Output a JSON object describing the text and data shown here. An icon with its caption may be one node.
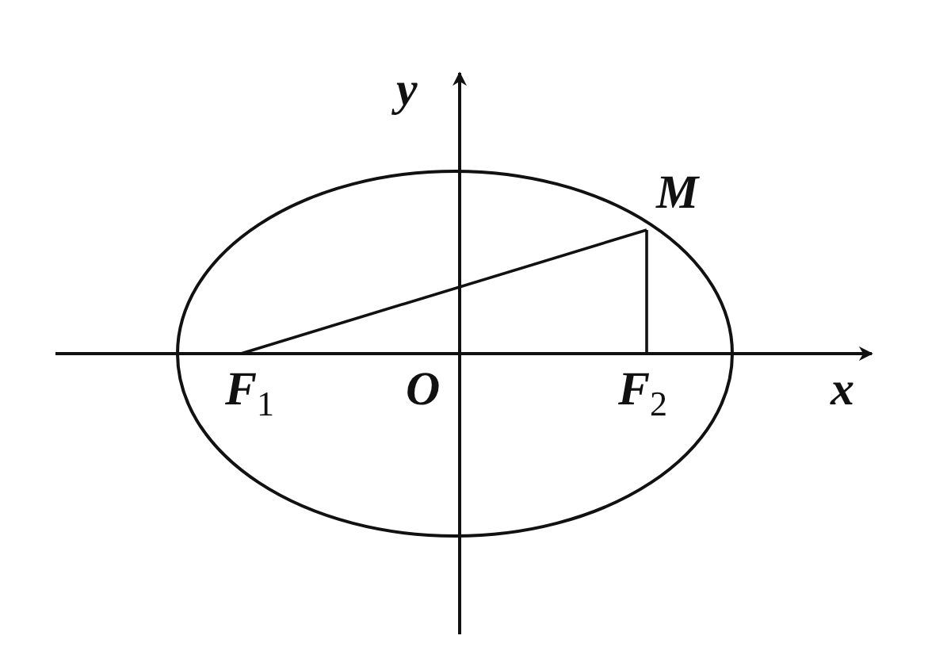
{
  "diagram": {
    "nodes": [
      {
        "text": [
          "M"
        ]
      },
      {
        "text": [
          "F$_{1}$"
        ]
      },
      {
        "text": [
          "F$_{2}$"
        ]
      }
    ],
    "edges": [
      {
        "from": 1,
        "to": 0,
        "arrow": "none"
      },
      {
        "from": 0,
        "to": 2,
        "arrow": "none"
      }
    ],
    "labels": [
      "y",
      "O",
      "x"
    ]
  }
}
